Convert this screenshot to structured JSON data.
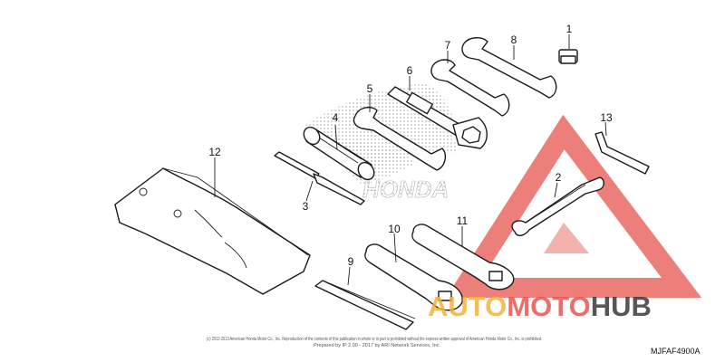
{
  "diagram": {
    "part_numbers": [
      "1",
      "2",
      "3",
      "4",
      "5",
      "6",
      "7",
      "8",
      "9",
      "10",
      "11",
      "12",
      "13"
    ],
    "figure_code": "MJFAF4900A",
    "copyright_line1": "(c) 2012-2013 American Honda Motor Co., Inc. Reproduction of the contents of this publication in whole or in part is prohibited without the express written approval of American Honda Motor Co., Inc. is prohibited.",
    "copyright_line2": "Prepared by IP 2.00 - 2017 by ARI Network Services, Inc."
  },
  "background_logo": {
    "text": "HONDA"
  },
  "watermark": {
    "text_part1": "AUTO",
    "text_part2": "MOTO",
    "text_part3": "HUB",
    "color_red": "#e8554f",
    "color_amber": "#f2b33a",
    "color_dark": "#3a3a3a"
  }
}
